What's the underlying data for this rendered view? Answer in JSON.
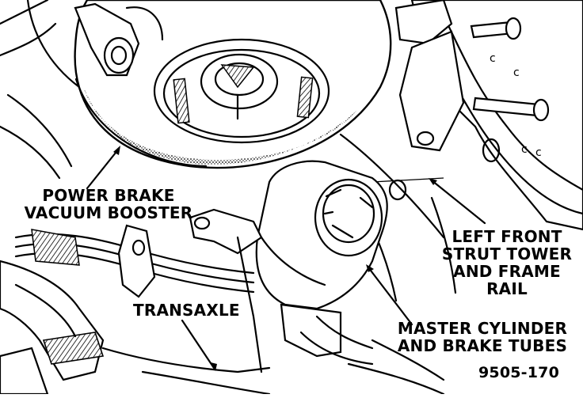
{
  "callouts": {
    "power_brake_vacuum_booster": [
      "POWER BRAKE",
      "VACUUM BOOSTER"
    ],
    "left_front_strut_tower": [
      "LEFT FRONT",
      "STRUT TOWER",
      "AND FRAME",
      "RAIL"
    ],
    "transaxle": [
      "TRANSAXLE"
    ],
    "master_cylinder": [
      "MASTER CYLINDER",
      "AND BRAKE TUBES"
    ]
  },
  "figure_number": "9505-170"
}
